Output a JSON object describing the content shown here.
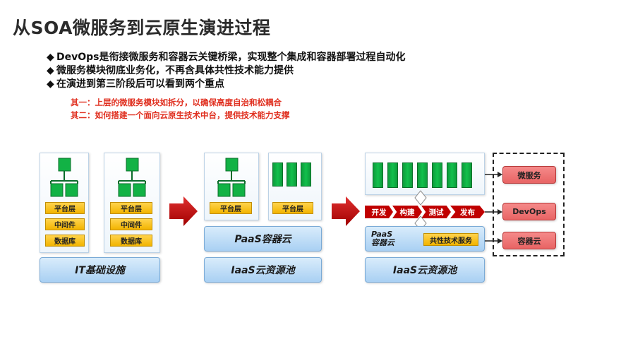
{
  "title": "从SOA微服务到云原生演进过程",
  "bullets": [
    "DevOps是衔接微服务和容器云关键桥梁，实现整个集成和容器部署过程自动化",
    "微服务模块彻底业务化，不再含具体共性技术能力提供",
    "在演进到第三阶段后可以看到两个重点"
  ],
  "bullet_marker": "◆",
  "notes": [
    "其一：上层的微服务模块如拆分，以确保高度自治和松耦合",
    "其二：如何搭建一个面向云原生技术中台，提供技术能力支撑"
  ],
  "stage1": {
    "layers": [
      "平台层",
      "中间件",
      "数据库"
    ],
    "base": "IT基础设施"
  },
  "stage2": {
    "layer": "平台层",
    "paas": "PaaS容器云",
    "iaas": "IaaS云资源池"
  },
  "stage3": {
    "pipeline": [
      "开发",
      "构建",
      "测试",
      "发布"
    ],
    "paas_line1": "PaaS",
    "paas_line2": "容器云",
    "common_service": "共性技术服务",
    "iaas": "IaaS云资源池"
  },
  "outputs": [
    "微服务",
    "DevOps",
    "容器云"
  ],
  "colors": {
    "green": "#12b245",
    "yellow": "#f5c21a",
    "blue": "#a9d0f3",
    "red_arrow": "#c00000",
    "output_red": "#e86464"
  }
}
